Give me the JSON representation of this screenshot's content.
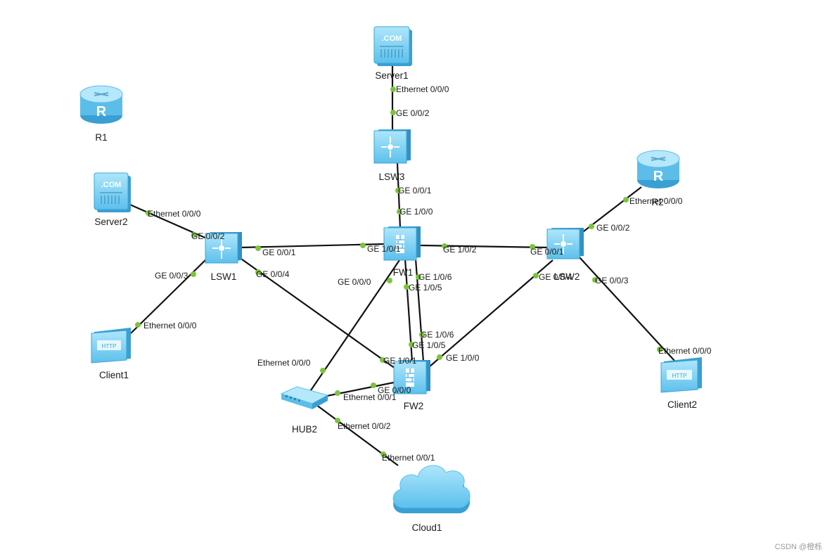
{
  "watermark": "CSDN @橙栎",
  "colors": {
    "device": "#7fd2f4",
    "device_dark": "#3aa6d6",
    "link": "#111111",
    "port_dot": "#7cc43c"
  },
  "nodes": {
    "server1": {
      "label": "Server1",
      "type": "server",
      "icon_text": ".COM"
    },
    "server2": {
      "label": "Server2",
      "type": "server",
      "icon_text": ".COM"
    },
    "r1": {
      "label": "R1",
      "type": "router",
      "icon_text": "R"
    },
    "r2": {
      "label": "R2",
      "type": "router",
      "icon_text": "R"
    },
    "lsw1": {
      "label": "LSW1",
      "type": "switch"
    },
    "lsw2": {
      "label": "LSW2",
      "type": "switch"
    },
    "lsw3": {
      "label": "LSW3",
      "type": "switch"
    },
    "fw1": {
      "label": "FW1",
      "type": "firewall"
    },
    "fw2": {
      "label": "FW2",
      "type": "firewall"
    },
    "hub2": {
      "label": "HUB2",
      "type": "hub"
    },
    "client1": {
      "label": "Client1",
      "type": "client",
      "icon_text": "HTTP"
    },
    "client2": {
      "label": "Client2",
      "type": "client",
      "icon_text": "HTTP"
    },
    "cloud1": {
      "label": "Cloud1",
      "type": "cloud"
    }
  },
  "links": [
    {
      "id": "server1-lsw3",
      "a": "Server1",
      "a_port": "Ethernet 0/0/0",
      "b": "LSW3",
      "b_port": "GE 0/0/2"
    },
    {
      "id": "lsw3-fw1",
      "a": "LSW3",
      "a_port": "GE 0/0/1",
      "b": "FW1",
      "b_port": "GE 1/0/0"
    },
    {
      "id": "server2-lsw1",
      "a": "Server2",
      "a_port": "Ethernet 0/0/0",
      "b": "LSW1",
      "b_port": "GE 0/0/2"
    },
    {
      "id": "lsw1-fw1",
      "a": "LSW1",
      "a_port": "GE 0/0/1",
      "b": "FW1",
      "b_port": "GE 1/0/1"
    },
    {
      "id": "lsw1-client1",
      "a": "LSW1",
      "a_port": "GE 0/0/3",
      "b": "Client1",
      "b_port": "Ethernet 0/0/0"
    },
    {
      "id": "lsw1-fw2",
      "a": "LSW1",
      "a_port": "GE 0/0/4",
      "b": "FW2",
      "b_port": "GE 1/0/1"
    },
    {
      "id": "fw1-lsw2",
      "a": "FW1",
      "a_port": "GE 1/0/2",
      "b": "LSW2",
      "b_port": "GE 0/0/1"
    },
    {
      "id": "fw1-hub2",
      "a": "FW1",
      "a_port": "GE 0/0/0",
      "b": "HUB2",
      "b_port": "Ethernet 0/0/0"
    },
    {
      "id": "fw1-fw2-a",
      "a": "FW1",
      "a_port": "GE 1/0/5",
      "b": "FW2",
      "b_port": "GE 1/0/5"
    },
    {
      "id": "fw1-fw2-b",
      "a": "FW1",
      "a_port": "GE 1/0/6",
      "b": "FW2",
      "b_port": "GE 1/0/6"
    },
    {
      "id": "lsw2-r2",
      "a": "LSW2",
      "a_port": "GE 0/0/2",
      "b": "R2",
      "b_port": "Ethernet 0/0/0"
    },
    {
      "id": "lsw2-client2",
      "a": "LSW2",
      "a_port": "GE 0/0/3",
      "b": "Client2",
      "b_port": "Ethernet 0/0/0"
    },
    {
      "id": "lsw2-fw2",
      "a": "LSW2",
      "a_port": "GE 0/0/4",
      "b": "FW2",
      "b_port": "GE 1/0/0"
    },
    {
      "id": "hub2-fw2",
      "a": "HUB2",
      "a_port": "Ethernet 0/0/1",
      "b": "FW2",
      "b_port": "GE 0/0/0"
    },
    {
      "id": "hub2-cloud1",
      "a": "HUB2",
      "a_port": "Ethernet 0/0/2",
      "b": "Cloud1",
      "b_port": "Ethernet 0/0/1"
    }
  ]
}
